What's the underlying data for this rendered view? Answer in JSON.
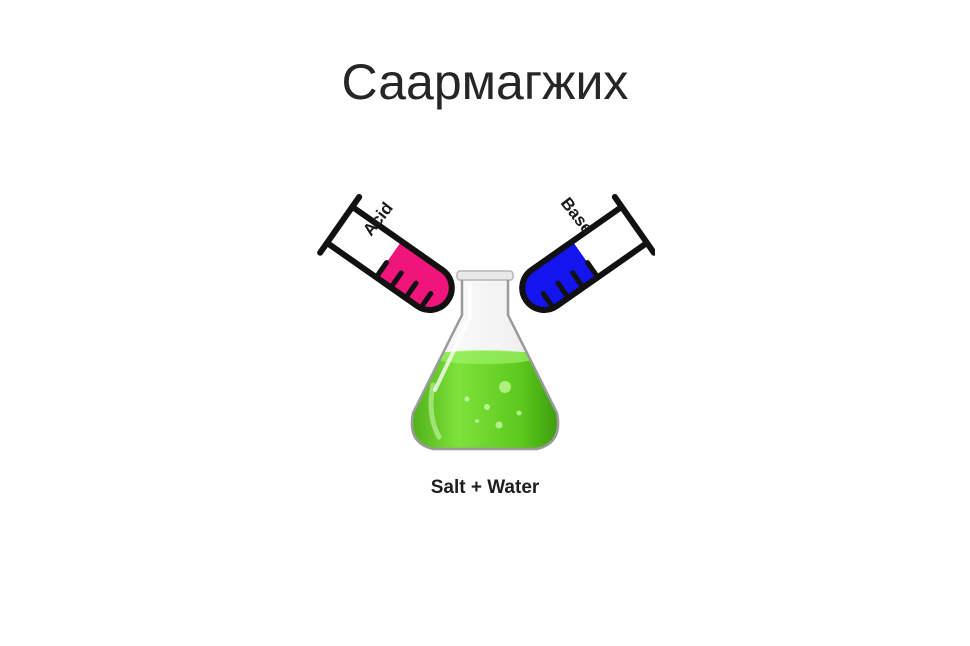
{
  "slide": {
    "title": "Саармагжих"
  },
  "illustration": {
    "acid_label": "Acid",
    "base_label": "Base",
    "result_label": "Salt + Water",
    "colors": {
      "acid_liquid": "#f0157a",
      "base_liquid": "#1414ee",
      "salt_water_liquid": "#5ecf1e",
      "outline": "#111111"
    }
  }
}
